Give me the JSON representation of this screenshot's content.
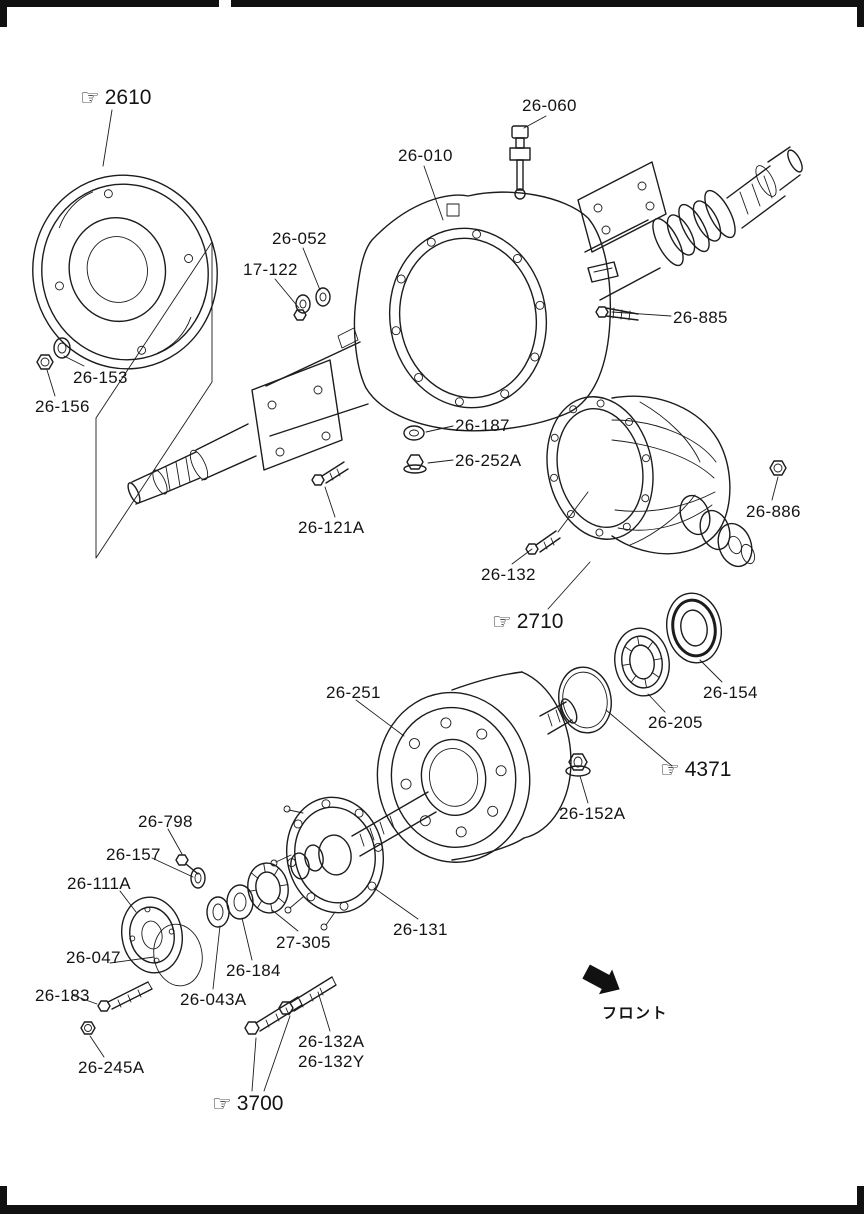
{
  "page": {
    "background": "#ffffff",
    "ink": "#1c1c1c"
  },
  "icons": {
    "pointing_hand": "☞"
  },
  "front_indicator": {
    "text": "フロント"
  },
  "labels": [
    {
      "text": "2610",
      "type": "assembly-ref"
    },
    {
      "text": "26-060",
      "type": "part"
    },
    {
      "text": "26-010",
      "type": "part"
    },
    {
      "text": "26-052",
      "type": "part"
    },
    {
      "text": "17-122",
      "type": "part"
    },
    {
      "text": "26-885",
      "type": "part"
    },
    {
      "text": "26-153",
      "type": "part"
    },
    {
      "text": "26-156",
      "type": "part"
    },
    {
      "text": "26-187",
      "type": "part"
    },
    {
      "text": "26-252A",
      "type": "part"
    },
    {
      "text": "26-121A",
      "type": "part"
    },
    {
      "text": "26-132",
      "type": "part"
    },
    {
      "text": "26-886",
      "type": "part"
    },
    {
      "text": "2710",
      "type": "assembly-ref"
    },
    {
      "text": "26-251",
      "type": "part"
    },
    {
      "text": "26-154",
      "type": "part"
    },
    {
      "text": "26-205",
      "type": "part"
    },
    {
      "text": "4371",
      "type": "assembly-ref"
    },
    {
      "text": "26-152A",
      "type": "part"
    },
    {
      "text": "26-798",
      "type": "part"
    },
    {
      "text": "26-157",
      "type": "part"
    },
    {
      "text": "26-111A",
      "type": "part"
    },
    {
      "text": "27-305",
      "type": "part"
    },
    {
      "text": "26-131",
      "type": "part"
    },
    {
      "text": "26-047",
      "type": "part"
    },
    {
      "text": "26-184",
      "type": "part"
    },
    {
      "text": "26-183",
      "type": "part"
    },
    {
      "text": "26-043A",
      "type": "part"
    },
    {
      "text": "26-245A",
      "type": "part"
    },
    {
      "text": "26-132A",
      "type": "part"
    },
    {
      "text": "26-132Y",
      "type": "part"
    },
    {
      "text": "3700",
      "type": "assembly-ref"
    }
  ]
}
